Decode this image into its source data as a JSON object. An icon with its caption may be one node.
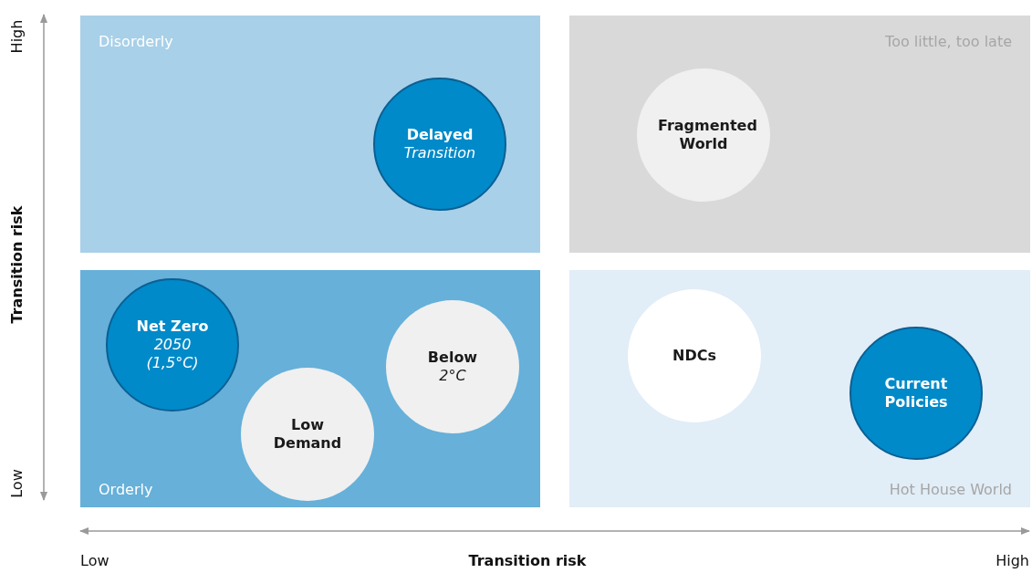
{
  "diagram": {
    "nodes": [
      {
        "text": [
          "Disorderly"
        ]
      },
      {
        "text": [
          "Delayed",
          "Transition"
        ],
        "in": 0
      },
      {
        "text": [
          "Too little, too late"
        ]
      },
      {
        "text": [
          "Fragmented World"
        ],
        "in": 2
      },
      {
        "text": [
          "Orderly"
        ]
      },
      {
        "text": [
          "Net Zero",
          "2050 (1,5°C)"
        ],
        "in": 4
      },
      {
        "text": [
          "Below",
          "2°C"
        ],
        "in": 4
      },
      {
        "text": [
          "Low Demand"
        ],
        "in": 4
      },
      {
        "text": [
          "Hot House World"
        ]
      },
      {
        "text": [
          "NDCs"
        ],
        "in": 8
      },
      {
        "text": [
          "Current Policies"
        ],
        "in": 8
      }
    ],
    "edges": [],
    "labels": [
      "High",
      "Transition risk",
      "Low",
      "Low",
      "Transition risk",
      "High"
    ]
  }
}
